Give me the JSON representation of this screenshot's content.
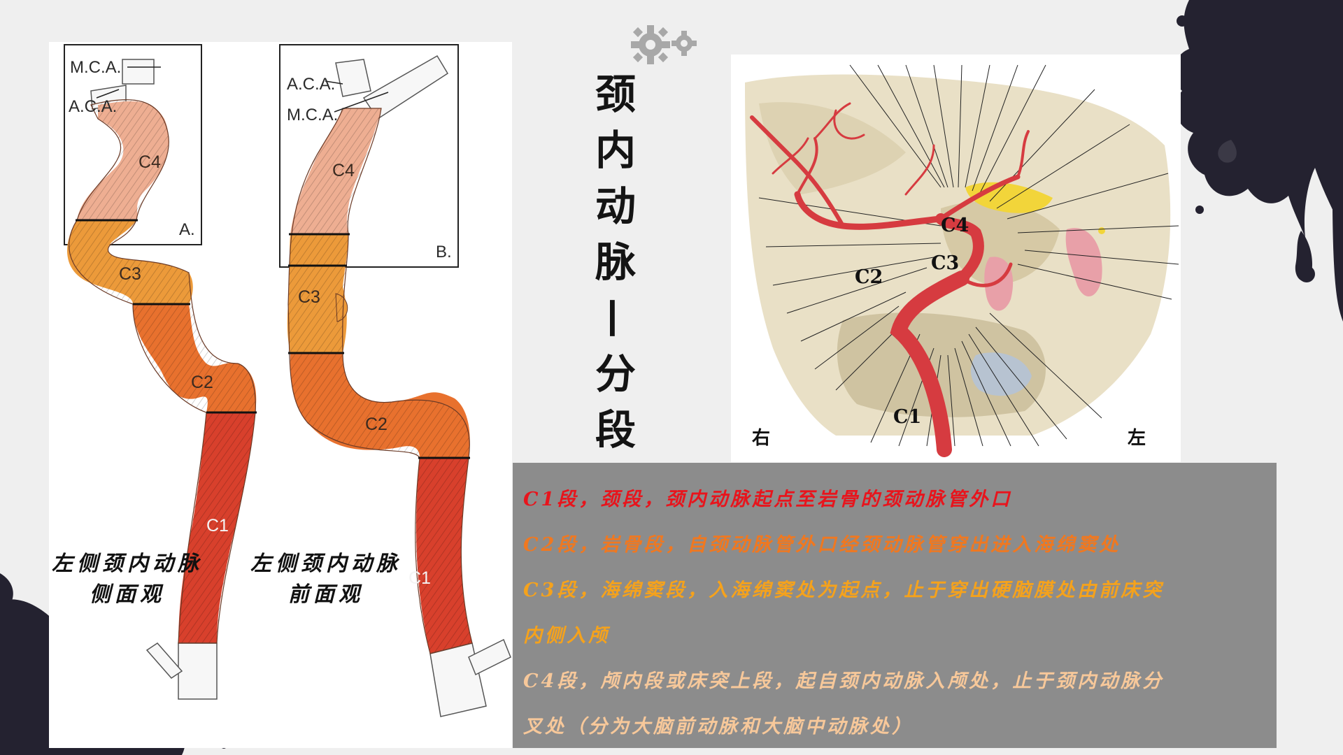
{
  "left_figure": {
    "panel_a": {
      "mca_label": "M.C.A.",
      "aca_label": "A.C.A.",
      "box_label": "A.",
      "segments": [
        "C4",
        "C3",
        "C2",
        "C1"
      ]
    },
    "panel_b": {
      "aca_label": "A.C.A.",
      "mca_label": "M.C.A.",
      "box_label": "B.",
      "segments": [
        "C4",
        "C3",
        "C2",
        "C1"
      ]
    },
    "caption_left": {
      "line1": "左侧颈内动脉",
      "line2": "侧面观"
    },
    "caption_right": {
      "line1": "左侧颈内动脉",
      "line2": "前面观"
    }
  },
  "title": [
    "颈",
    "内",
    "动",
    "脉",
    "—",
    "分",
    "段"
  ],
  "right_figure": {
    "labels": {
      "c4": "C4",
      "c3": "C3",
      "c2": "C2",
      "c1": "C1"
    },
    "side_right": "右",
    "side_left": "左"
  },
  "description": [
    {
      "text": "C1段，颈段，颈内动脉起点至岩骨的颈动脉管外口",
      "color": "#e8141c"
    },
    {
      "text": "C2段，岩骨段，自颈动脉管外口经颈动脉管穿出进入海绵窦处",
      "color": "#f07820"
    },
    {
      "text": "C3段，海绵窦段，入海绵窦处为起点，止于穿出硬脑膜处由前床突",
      "color": "#f5a21c"
    },
    {
      "text": "内侧入颅",
      "color": "#f5a21c"
    },
    {
      "text": "C4段，颅内段或床突上段，起自颈内动脉入颅处，止于颈内动脉分",
      "color": "#f7c89a"
    },
    {
      "text": "叉处（分为大脑前动脉和大脑中动脉处）",
      "color": "#f7c89a"
    }
  ],
  "colors": {
    "c1": "#d8402c",
    "c2": "#e8712e",
    "c3": "#ec9a3a",
    "c4": "#eeae92",
    "panel_gray": "#8c8c8c"
  }
}
